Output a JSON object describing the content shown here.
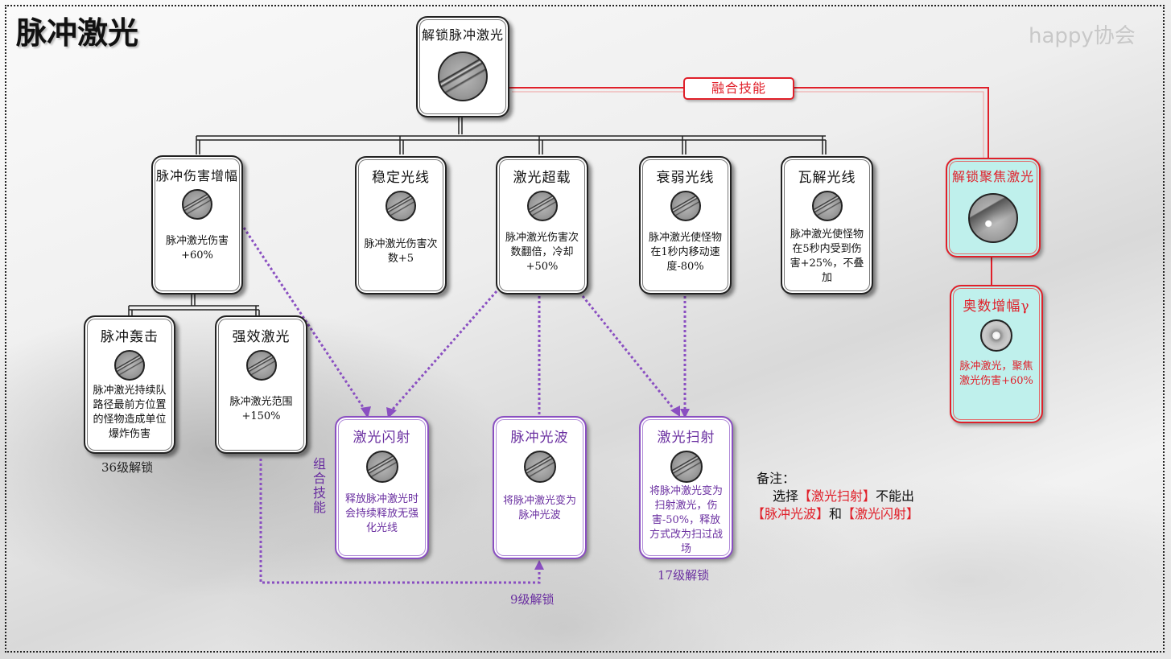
{
  "title": "脉冲激光",
  "watermark": "happy协会",
  "fusion_label": "融合技能",
  "combo_label": "组合技能",
  "root": {
    "title": "解锁脉冲激光"
  },
  "fusion_root": {
    "title": "解锁聚焦激光"
  },
  "fusion_upgrade": {
    "title": "奥数增幅γ",
    "desc": "脉冲激光，聚焦激光伤害+60%"
  },
  "tier1": [
    {
      "title": "脉冲伤害增幅",
      "desc": "脉冲激光伤害+60%"
    },
    {
      "title": "稳定光线",
      "desc": "脉冲激光伤害次数+5"
    },
    {
      "title": "激光超载",
      "desc": "脉冲激光伤害次数翻倍，冷却+50%"
    },
    {
      "title": "衰弱光线",
      "desc": "脉冲激光使怪物在1秒内移动速度-80%"
    },
    {
      "title": "瓦解光线",
      "desc": "脉冲激光使怪物在5秒内受到伤害+25%，不叠加"
    }
  ],
  "tier2": [
    {
      "title": "脉冲轰击",
      "desc": "脉冲激光持续队路径最前方位置的怪物造成单位爆炸伤害",
      "unlock": "36级解锁"
    },
    {
      "title": "强效激光",
      "desc": "脉冲激光范围+150%"
    }
  ],
  "combo": [
    {
      "title": "激光闪射",
      "desc": "释放脉冲激光时会持续释放无强化光线"
    },
    {
      "title": "脉冲光波",
      "desc": "将脉冲激光变为脉冲光波",
      "unlock": "9级解锁"
    },
    {
      "title": "激光扫射",
      "desc": "将脉冲激光变为扫射激光，伤害-50%，释放方式改为扫过战场",
      "unlock": "17级解锁"
    }
  ],
  "note": {
    "heading": "备注：",
    "line1_prefix": "选择",
    "line1_red": "【激光扫射】",
    "line1_suffix": "不能出",
    "line2_red1": "【脉冲光波】",
    "line2_mid": "和",
    "line2_red2": "【激光闪射】"
  },
  "colors": {
    "purple": "#8a4fc1",
    "red": "#e0202a",
    "teal": "#bff0ec"
  }
}
